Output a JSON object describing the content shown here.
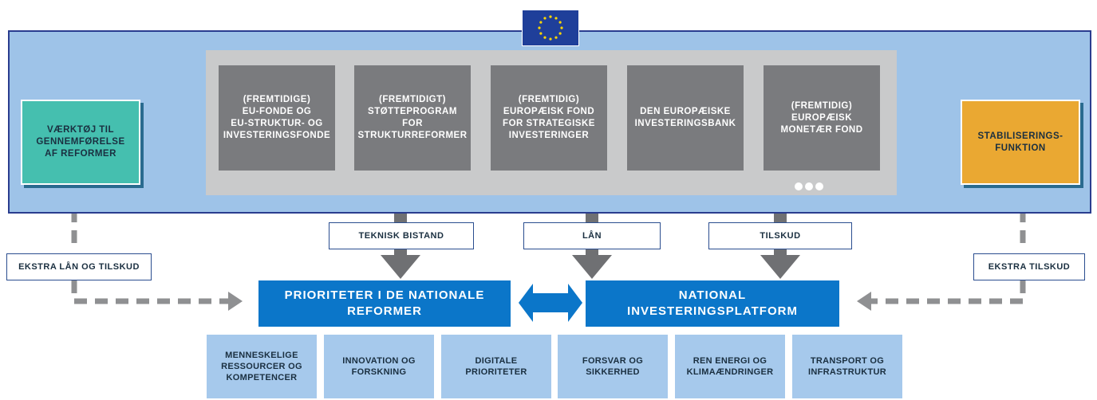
{
  "eu_boxes": [
    {
      "text": "(FREMTIDIGE)\nEU-FONDE OG\nEU-STRUKTUR- OG\nINVESTERINGSFONDE"
    },
    {
      "text": "(FREMTIDIGT)\nSTØTTEPROGRAM\nFOR\nSTRUKTURREFORMER"
    },
    {
      "text": "(FREMTIDIG)\nEUROPÆISK FOND\nFOR STRATEGISKE\nINVESTERINGER"
    },
    {
      "text": "DEN EUROPÆISKE\nINVESTERINGSBANK"
    },
    {
      "text": "(FREMTIDIG)\nEUROPÆISK\nMONETÆR FOND"
    }
  ],
  "side_boxes": {
    "tool": "VÆRKTØJ TIL\nGENNEMFØRELSE\nAF REFORMER",
    "stab": "STABILISERINGS-\nFUNKTION"
  },
  "labels": {
    "teknisk": "TEKNISK BISTAND",
    "lan": "LÅN",
    "tilskud": "TILSKUD",
    "ekstra_lan": "EKSTRA LÅN OG TILSKUD",
    "ekstra_tilskud": "EKSTRA TILSKUD"
  },
  "targets": {
    "reformer": "PRIORITETER I DE NATIONALE\nREFORMER",
    "platform": "NATIONAL\nINVESTERINGSPLATFORM"
  },
  "priorities": [
    "MENNESKELIGE\nRESSOURCER OG\nKOMPETENCER",
    "INNOVATION OG\nFORSKNING",
    "DIGITALE\nPRIORITETER",
    "FORSVAR OG\nSIKKERHED",
    "REN ENERGI OG\nKLIMAÆNDRINGER",
    "TRANSPORT OG\nINFRASTRUKTUR"
  ],
  "colors": {
    "eu_panel": "#9ec3e8",
    "dark_box": "#7a7b7e",
    "tool_green": "#45bfaf",
    "stab_orange": "#eaa832",
    "target_blue": "#0b76c9",
    "priority_blue": "#a6c9ec",
    "arrow_grey": "#6f7073"
  },
  "icons": [
    "eu-flag-icon",
    "ellipsis-icon",
    "double-arrow-icon",
    "arrow-down-icon",
    "arrow-right-icon",
    "arrow-left-icon"
  ]
}
